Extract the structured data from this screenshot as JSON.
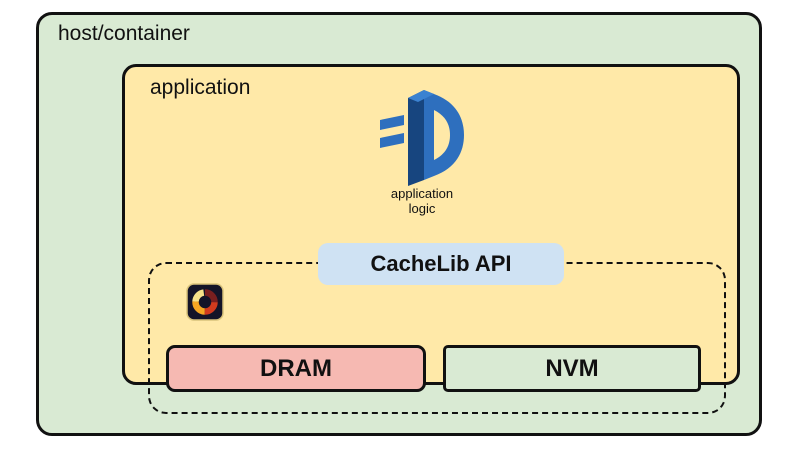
{
  "diagram": {
    "host": {
      "label": "host/container"
    },
    "application": {
      "label": "application"
    },
    "application_logic": {
      "caption_line1": "application",
      "caption_line2": "logic",
      "icon": "app-logic-3d-icon"
    },
    "cachelib_api": {
      "label": "CacheLib API"
    },
    "cache_engine": {
      "icon": "cachelib-logo-icon"
    },
    "dram": {
      "label": "DRAM"
    },
    "nvm": {
      "label": "NVM"
    },
    "colors": {
      "host_bg": "#d9ead3",
      "application_bg": "#ffe9a8",
      "api_pill_bg": "#cfe2f3",
      "dram_bg": "#f6b9b2",
      "nvm_bg": "#d9ead3",
      "logic_icon_blue": "#2e6fbe",
      "border": "#111111"
    }
  }
}
